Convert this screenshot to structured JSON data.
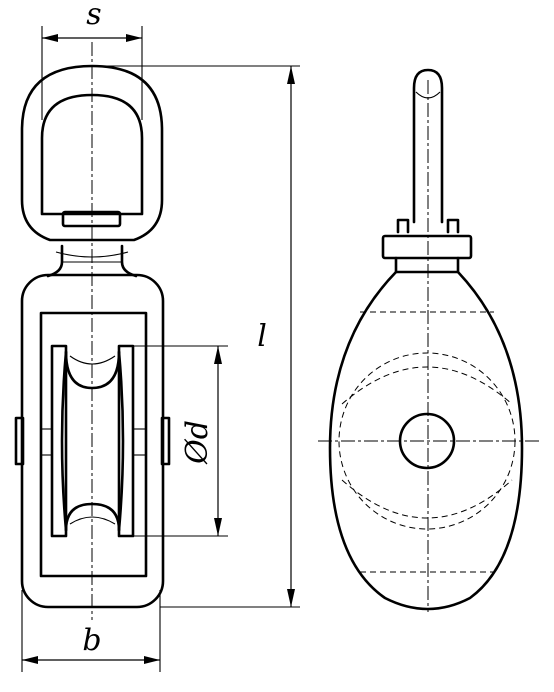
{
  "dimensions": {
    "s": "s",
    "l": "l",
    "d": "Ød",
    "b": "b"
  },
  "colors": {
    "line": "#000000",
    "background": "#ffffff"
  }
}
